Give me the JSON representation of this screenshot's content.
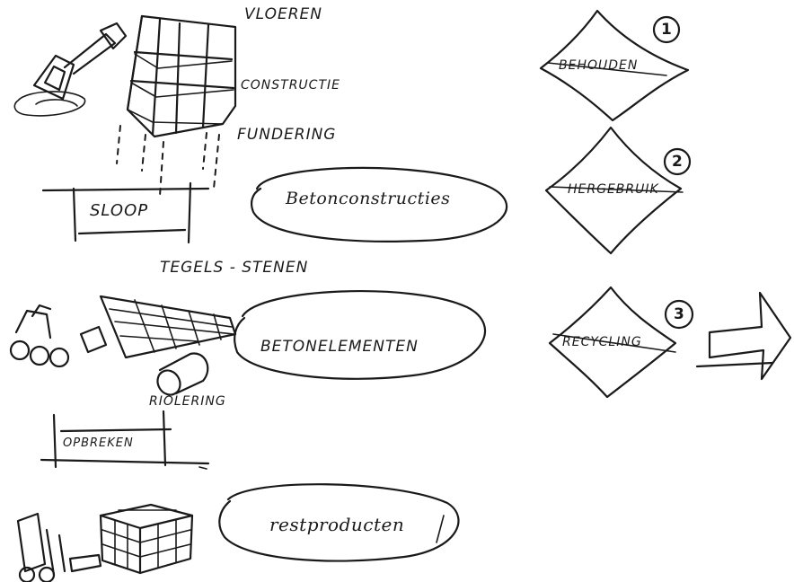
{
  "building_labels": {
    "floors": "VLOEREN",
    "structure": "CONSTRUCTIE",
    "foundation": "FUNDERING"
  },
  "demolition_label": "SLOOP",
  "tiles_bricks_label": "TEGELS - STENEN",
  "sewer_label": "RIOLERING",
  "break_up_label": "OPBREKEN",
  "ellipse_labels": {
    "concrete_structures": "Betonconstructies",
    "concrete_elements": "BETONELEMENTEN",
    "residual_product": "restproducten"
  },
  "steps": [
    {
      "number": "1",
      "label": "BEHOUDEN"
    },
    {
      "number": "2",
      "label": "HERGEBRUIK"
    },
    {
      "number": "3",
      "label": "RECYCLING"
    }
  ]
}
